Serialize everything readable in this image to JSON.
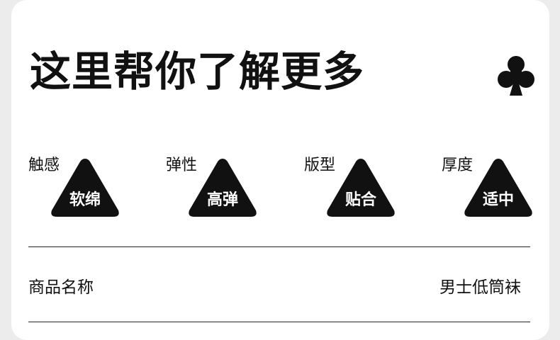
{
  "title": "这里帮你了解更多",
  "icons": {
    "corner": "club-suit-icon"
  },
  "attributes": [
    {
      "label": "触感",
      "value": "软绵"
    },
    {
      "label": "弹性",
      "value": "高弹"
    },
    {
      "label": "版型",
      "value": "贴合"
    },
    {
      "label": "厚度",
      "value": "适中"
    }
  ],
  "info": {
    "label": "商品名称",
    "value": "男士低筒袜"
  },
  "colors": {
    "background": "#ececec",
    "card": "#ffffff",
    "ink": "#111111",
    "badge_text": "#ffffff"
  }
}
